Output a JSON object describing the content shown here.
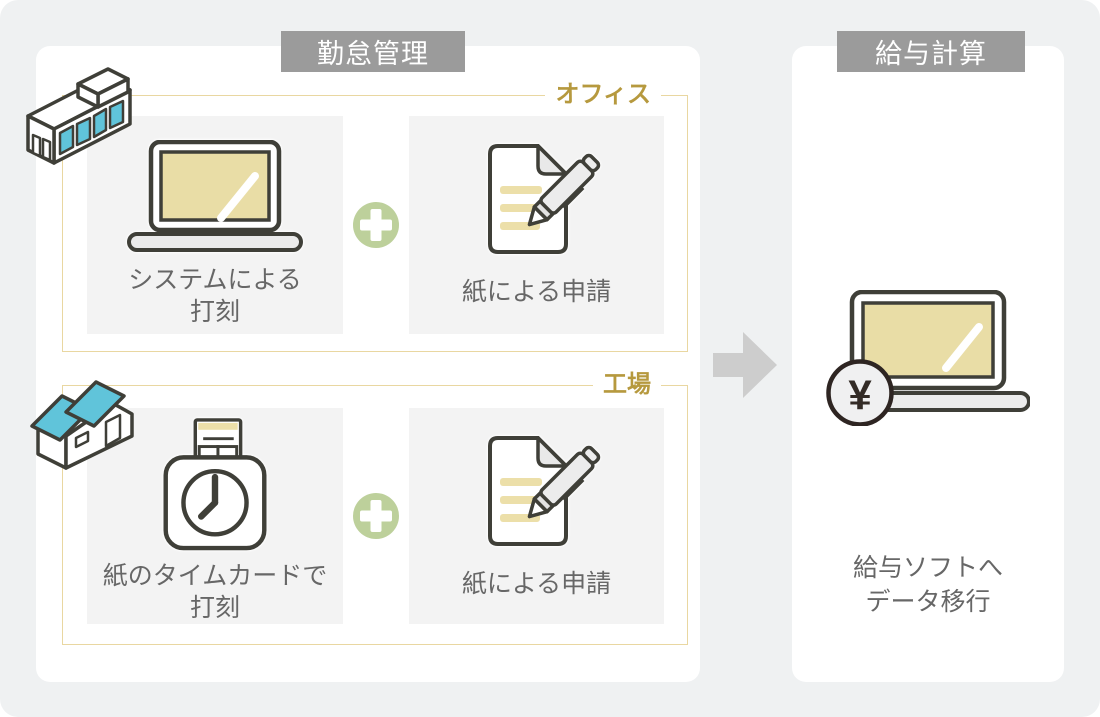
{
  "attendance": {
    "title": "勤怠管理",
    "office": {
      "label": "オフィス",
      "clock_in": {
        "line1": "システムによる",
        "line2": "打刻"
      },
      "application": {
        "label": "紙による申請"
      }
    },
    "factory": {
      "label": "工場",
      "clock_in": {
        "line1": "紙のタイムカードで",
        "line2": "打刻"
      },
      "application": {
        "label": "紙による申請"
      }
    }
  },
  "payroll": {
    "title": "給与計算",
    "yen": "¥",
    "caption": {
      "line1": "給与ソフトへ",
      "line2": "データ移行"
    }
  },
  "icons": {
    "office_box1": "laptop-icon",
    "office_box2": "document-pen-icon",
    "factory_box1": "time-recorder-icon",
    "factory_box2": "document-pen-icon",
    "connector": "plus-icon",
    "flow": "arrow-right-icon",
    "payroll": "laptop-yen-icon"
  },
  "colors": {
    "page_background": "#eff1f2",
    "panel_white": "#ffffff",
    "badge_gray": "#9b9b9b",
    "section_border_gold": "#e9d7a1",
    "section_label_gold": "#b6993e",
    "box_gray": "#f3f3f3",
    "screen_tan": "#e9dda6",
    "paper_line_tan": "#ecdfa9",
    "plus_green": "#bdd09b",
    "window_blue": "#60c4da",
    "icon_outline": "#3f3f38",
    "arrow_gray": "#cdcdcd",
    "text_gray": "#676767",
    "yen_circle_outline": "#2e2522"
  }
}
